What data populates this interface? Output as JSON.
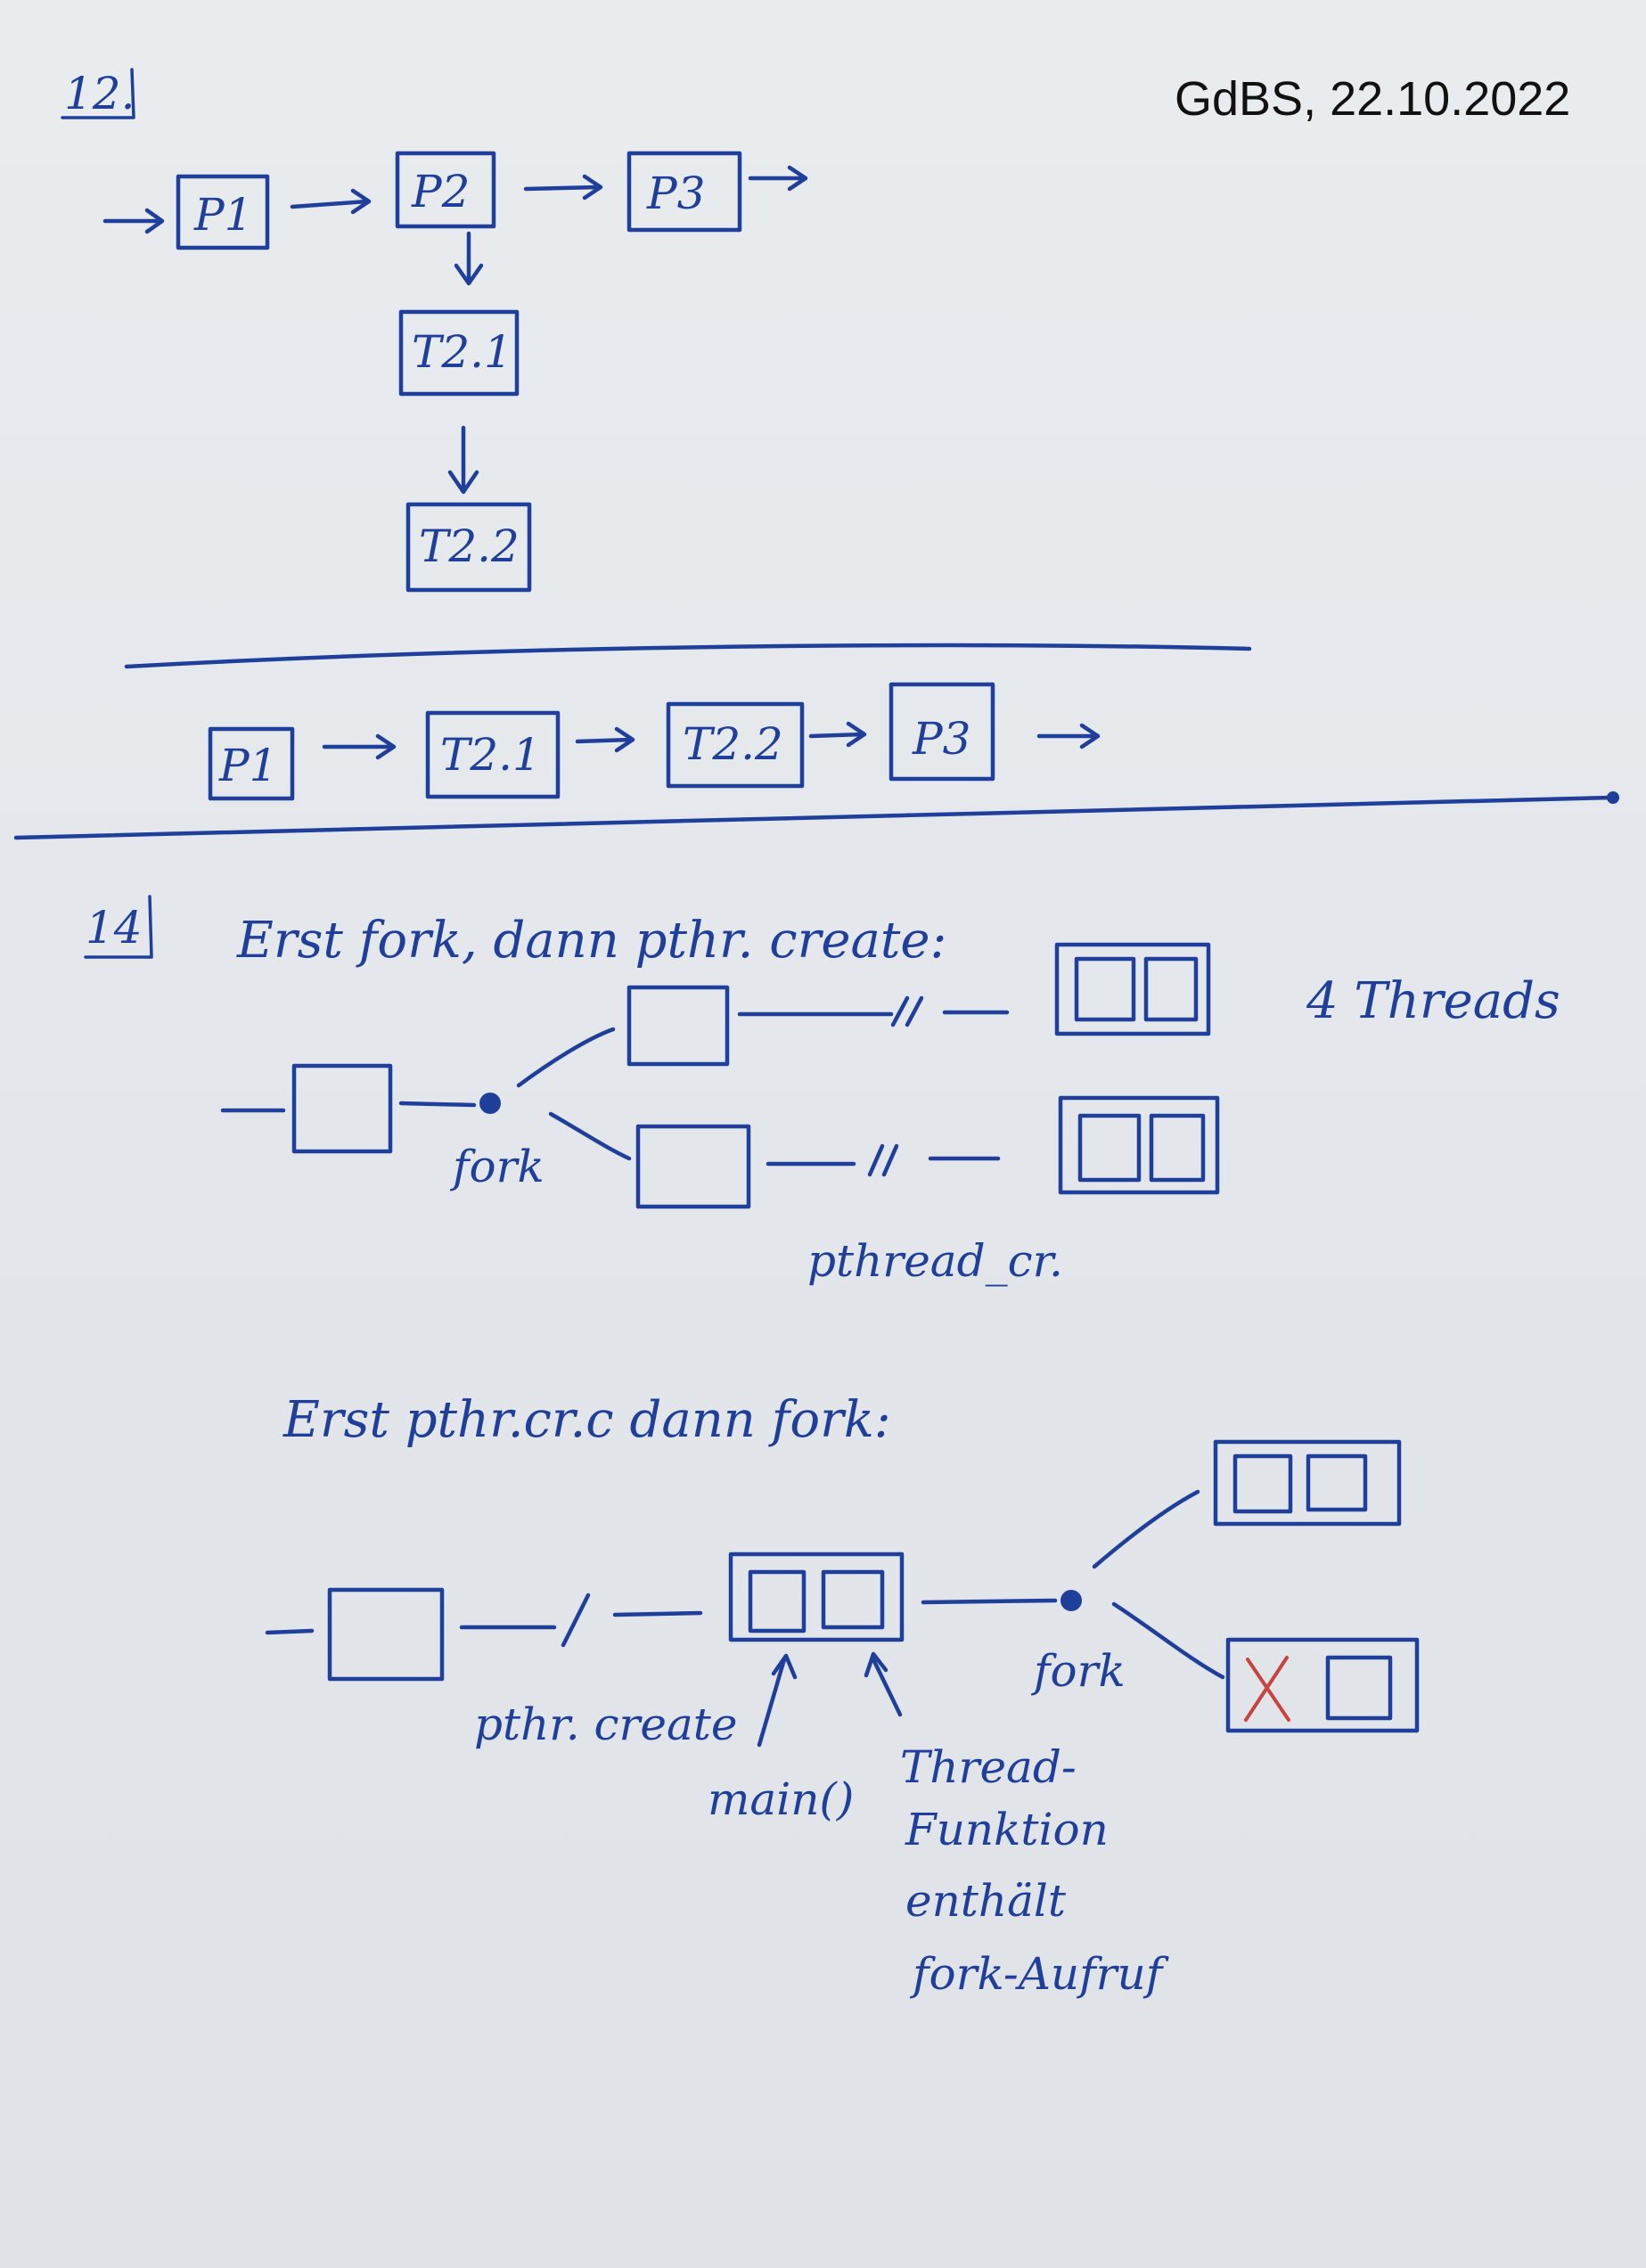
{
  "header": {
    "date_stamp": "GdBS, 22.10.2022"
  },
  "task12": {
    "number": "12.",
    "top_chain": [
      "P1",
      "P2",
      "P3"
    ],
    "threads": [
      "T2.1",
      "T2.2"
    ],
    "result_chain": [
      "P1",
      "T2.1",
      "T2.2",
      "P3"
    ]
  },
  "task14": {
    "number": "14",
    "heading_1": "Erst fork, dann pthr. create:",
    "fork_label_1": "fork",
    "pthread_label_1": "pthread_cr.",
    "threads_note": "4 Threads",
    "heading_2": "Erst pthr.cr.c dann fork:",
    "pthread_label_2": "pthr. create",
    "fork_label_2": "fork",
    "main_label": "main()",
    "thread_note": [
      "Thread-",
      "Funktion",
      "enthält",
      "fork-Aufruf"
    ]
  },
  "colors": {
    "ink": "#1f3f9a",
    "red_ink": "#c8423e",
    "paper": "#e6eaee"
  }
}
